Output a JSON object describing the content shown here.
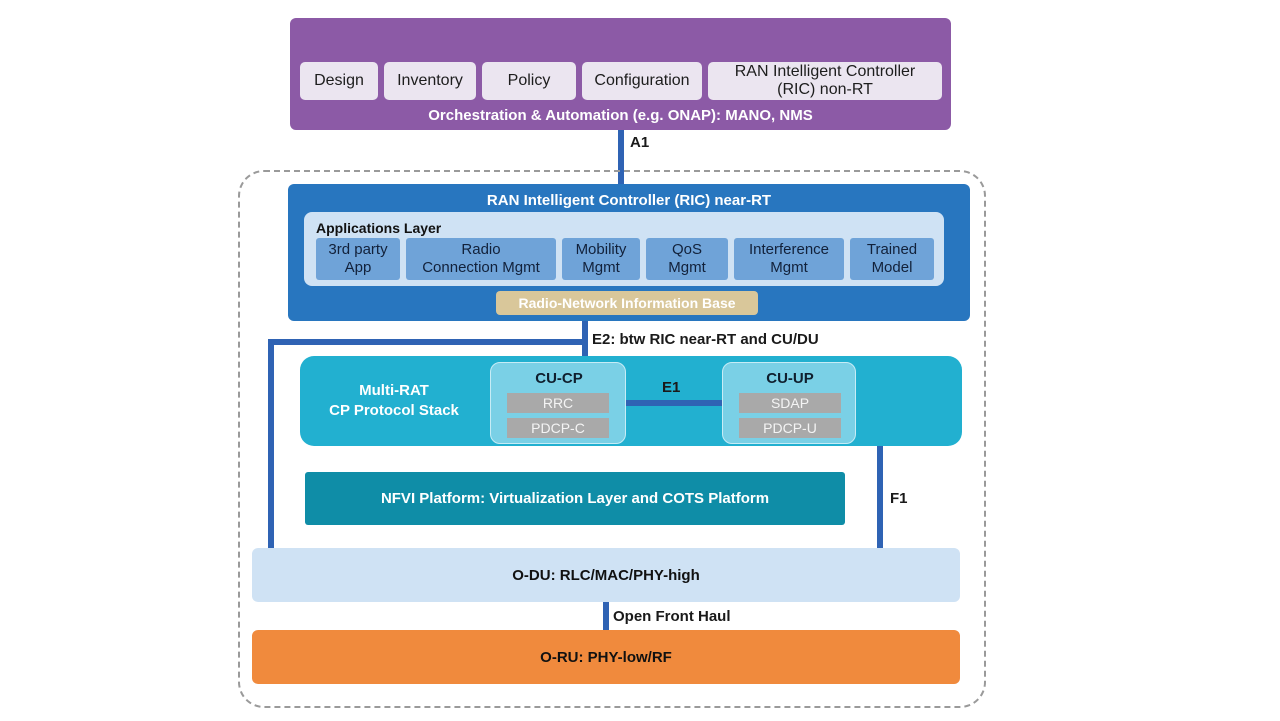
{
  "orchestration": {
    "boxes": [
      "Design",
      "Inventory",
      "Policy",
      "Configuration",
      "RAN Intelligent Controller\n(RIC) non-RT"
    ],
    "footer": "Orchestration & Automation (e.g. ONAP): MANO, NMS"
  },
  "interfaces": {
    "a1": "A1",
    "e2": "E2: btw RIC near-RT and CU/DU",
    "e1": "E1",
    "f1": "F1",
    "fronthaul": "Open Front Haul"
  },
  "ric_near_rt": {
    "title": "RAN Intelligent Controller (RIC) near-RT",
    "apps_layer_title": "Applications Layer",
    "apps": [
      "3rd party\nApp",
      "Radio\nConnection Mgmt",
      "Mobility\nMgmt",
      "QoS\nMgmt",
      "Interference\nMgmt",
      "Trained\nModel"
    ],
    "rnib": "Radio-Network Information Base"
  },
  "multi_rat": {
    "label": "Multi-RAT\nCP Protocol Stack",
    "cu_cp": {
      "title": "CU-CP",
      "layers": [
        "RRC",
        "PDCP-C"
      ]
    },
    "cu_up": {
      "title": "CU-UP",
      "layers": [
        "SDAP",
        "PDCP-U"
      ]
    }
  },
  "nfvi": "NFVI Platform: Virtualization Layer and COTS Platform",
  "o_du": "O-DU: RLC/MAC/PHY-high",
  "o_ru": "O-RU: PHY-low/RF",
  "colors": {
    "orchestration": "#8c5aa6",
    "ric": "#2876bf",
    "multi_rat": "#22b0d0",
    "nfvi": "#0f8da7",
    "o_du": "#cfe2f4",
    "o_ru": "#f08a3d",
    "connector": "#2f63b4"
  }
}
